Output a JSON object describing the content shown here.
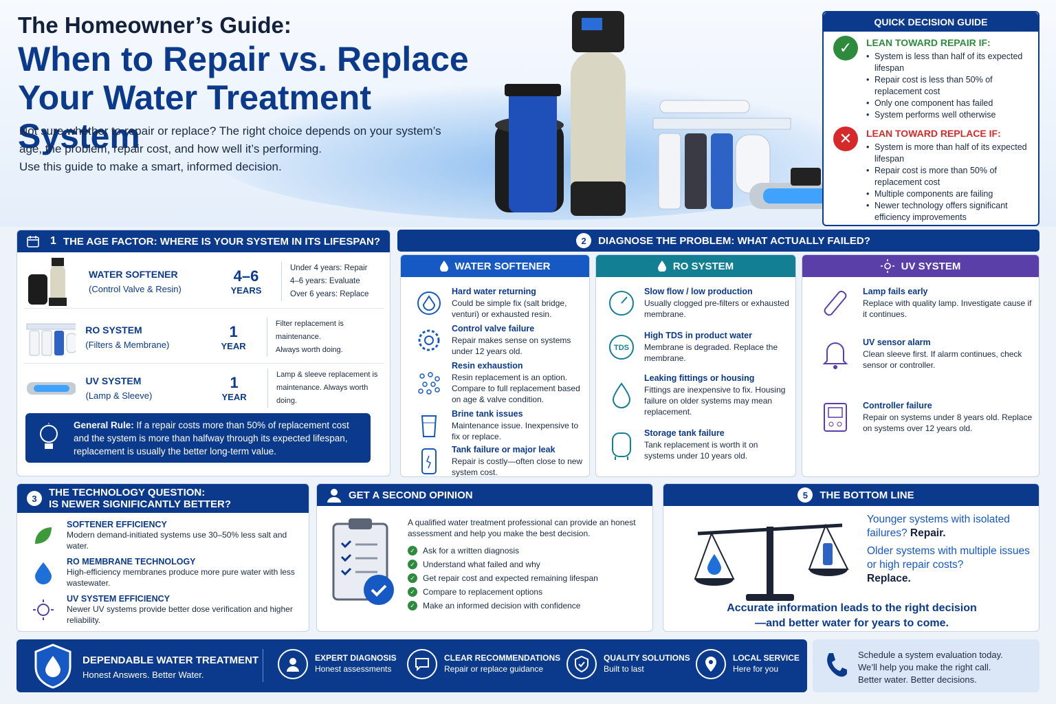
{
  "header": {
    "kicker": "The Homeowner’s Guide:",
    "title_line1": "When to Repair vs. Replace",
    "title_line2": "Your Water Treatment System",
    "intro_line1": "Not sure whether to repair or replace? The right choice depends on your system’s",
    "intro_line2": "age, the problem, repair cost, and how well it’s performing.",
    "intro_line3": "Use this guide to make a smart, informed decision."
  },
  "quick": {
    "title": "QUICK DECISION GUIDE",
    "repair_title": "LEAN TOWARD REPAIR IF:",
    "repair": [
      "System is less than half of its expected lifespan",
      "Repair cost is less than 50% of replacement cost",
      "Only one component has failed",
      "System performs well otherwise"
    ],
    "replace_title": "LEAN TOWARD REPLACE IF:",
    "replace": [
      "System is more than half of its expected lifespan",
      "Repair cost is more than 50% of replacement cost",
      "Multiple components are failing",
      "Newer technology offers significant efficiency improvements"
    ]
  },
  "age": {
    "num": "1",
    "title": "THE AGE FACTOR: WHERE IS YOUR SYSTEM IN ITS LIFESPAN?",
    "rows": [
      {
        "name": "WATER SOFTENER",
        "sub": "(Control Valve & Resin)",
        "big": "4–6",
        "unit": "YEARS",
        "n1": "Under 4 years: Repair",
        "n2": "4–6 years: Evaluate",
        "n3": "Over 6 years: Replace"
      },
      {
        "name": "RO SYSTEM",
        "sub": "(Filters & Membrane)",
        "big": "1",
        "unit": "YEAR",
        "n1": "Filter replacement is maintenance.",
        "n2": "Always worth doing.",
        "n3": ""
      },
      {
        "name": "UV SYSTEM",
        "sub": "(Lamp & Sleeve)",
        "big": "1",
        "unit": "YEAR",
        "n1": "Lamp & sleeve replacement is",
        "n2": "maintenance. Always worth doing.",
        "n3": ""
      }
    ],
    "rule_label": "General Rule:",
    "rule_text": "If a repair costs more than 50% of replacement cost and the system is more than halfway through its expected lifespan, replacement is usually the better long-term value."
  },
  "diagnose": {
    "num": "2",
    "title": "DIAGNOSE THE PROBLEM: WHAT ACTUALLY FAILED?",
    "softener": {
      "title": "WATER SOFTENER",
      "items": [
        {
          "h": "Hard water returning",
          "p": "Could be simple fix (salt bridge, venturi) or exhausted resin."
        },
        {
          "h": "Control valve failure",
          "p": "Repair makes sense on systems under 12 years old."
        },
        {
          "h": "Resin exhaustion",
          "p": "Resin replacement is an option. Compare to full replacement based on age & valve condition."
        },
        {
          "h": "Brine tank issues",
          "p": "Maintenance issue. Inexpensive to fix or replace."
        },
        {
          "h": "Tank failure or major leak",
          "p": "Repair is costly—often close to new system cost."
        }
      ]
    },
    "ro": {
      "title": "RO SYSTEM",
      "items": [
        {
          "h": "Slow flow / low production",
          "p": "Usually clogged pre-filters or exhausted membrane."
        },
        {
          "h": "High TDS in product water",
          "p": "Membrane is degraded. Replace the membrane."
        },
        {
          "h": "Leaking fittings or housing",
          "p": "Fittings are inexpensive to fix. Housing failure on older systems may mean replacement."
        },
        {
          "h": "Storage tank failure",
          "p": "Tank replacement is worth it on systems under 10 years old."
        }
      ],
      "tds": "TDS"
    },
    "uv": {
      "title": "UV SYSTEM",
      "items": [
        {
          "h": "Lamp fails early",
          "p": "Replace with quality lamp. Investigate cause if it continues."
        },
        {
          "h": "UV sensor alarm",
          "p": "Clean sleeve first. If alarm continues, check sensor or controller."
        },
        {
          "h": "Controller failure",
          "p": "Repair on systems under 8 years old. Replace on systems over 12 years old."
        }
      ]
    }
  },
  "tech": {
    "num": "3",
    "title1": "THE TECHNOLOGY QUESTION:",
    "title2": "IS NEWER SIGNIFICANTLY BETTER?",
    "items": [
      {
        "h": "SOFTENER EFFICIENCY",
        "p": "Modern demand-initiated systems use 30–50% less salt and water."
      },
      {
        "h": "RO MEMBRANE TECHNOLOGY",
        "p": "High-efficiency membranes produce more pure water with less wastewater."
      },
      {
        "h": "UV SYSTEM EFFICIENCY",
        "p": "Newer UV systems provide better dose verification and higher reliability."
      }
    ]
  },
  "second": {
    "title": "GET A SECOND OPINION",
    "intro": "A qualified water treatment professional can provide an honest assessment and help you make the best decision.",
    "checks": [
      "Ask for a written diagnosis",
      "Understand what failed and why",
      "Get repair cost and expected remaining lifespan",
      "Compare to replacement options",
      "Make an informed decision with confidence"
    ]
  },
  "bottom": {
    "num": "5",
    "title": "THE BOTTOM LINE",
    "q1": "Younger systems with isolated failures?",
    "a1": "Repair.",
    "q2": "Older systems with multiple issues or high repair costs?",
    "a2": "Replace.",
    "close1": "Accurate information leads to the right decision",
    "close2": "—and better water for years to come."
  },
  "footer": {
    "brand": "DEPENDABLE WATER TREATMENT",
    "tagline": "Honest Answers. Better Water.",
    "items": [
      {
        "h": "EXPERT DIAGNOSIS",
        "s": "Honest assessments"
      },
      {
        "h": "CLEAR RECOMMENDATIONS",
        "s": "Repair or replace guidance"
      },
      {
        "h": "QUALITY SOLUTIONS",
        "s": "Built to last"
      },
      {
        "h": "LOCAL SERVICE",
        "s": "Here for you"
      }
    ],
    "cta1": "Schedule a system evaluation today.",
    "cta2": "We’ll help you make the right call.",
    "cta3": "Better water. Better decisions."
  },
  "colors": {
    "navy": "#0b3a8c",
    "teal": "#137f92",
    "purple": "#5b3fa8",
    "green": "#2e8b3e",
    "red": "#d62a2a"
  }
}
